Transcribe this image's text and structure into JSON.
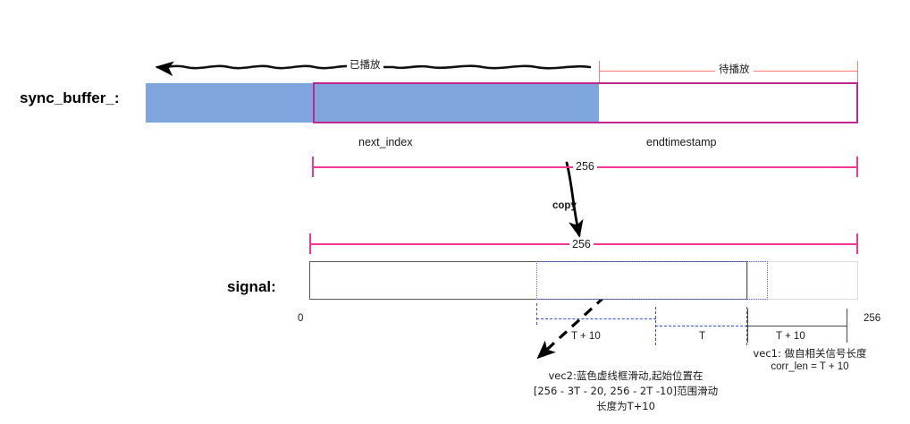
{
  "diagram": {
    "title_rows": {
      "sync_buffer_label": "sync_buffer_:",
      "signal_label": "signal:"
    },
    "top_arrow_label": "已播放",
    "pending_label": "待播放",
    "buffer_markers": {
      "next_index": "next_index",
      "endtimestamp": "endtimestamp"
    },
    "copy": {
      "source_length": "256",
      "arrow_label": "copy",
      "dest_length": "256"
    },
    "signal_axis": {
      "start": "0",
      "end": "256"
    },
    "segments": [
      {
        "label": "T + 10",
        "kind": "vec2-window"
      },
      {
        "label": "T",
        "kind": "gap"
      },
      {
        "label": "T + 10",
        "kind": "vec1-window"
      }
    ],
    "annotations": {
      "vec1": {
        "line1": "vec1: 做自相关信号长度",
        "line2": "corr_len = T + 10"
      },
      "vec2": {
        "line1": "vec2:蓝色虚线框滑动,起始位置在",
        "line2": "[256 - 3T - 20, 256 - 2T -10]范围滑动",
        "line3": "长度为T+10"
      }
    },
    "colors": {
      "buffer_fill": "#7ea6dd",
      "buffer_border": "#c2268c",
      "measure_rule": "#f5368f",
      "measure_rule_soft": "#fb7b7b",
      "dashed_window": "#3a4fd8",
      "signal_border": "#565656",
      "arrow": "#000000"
    }
  }
}
